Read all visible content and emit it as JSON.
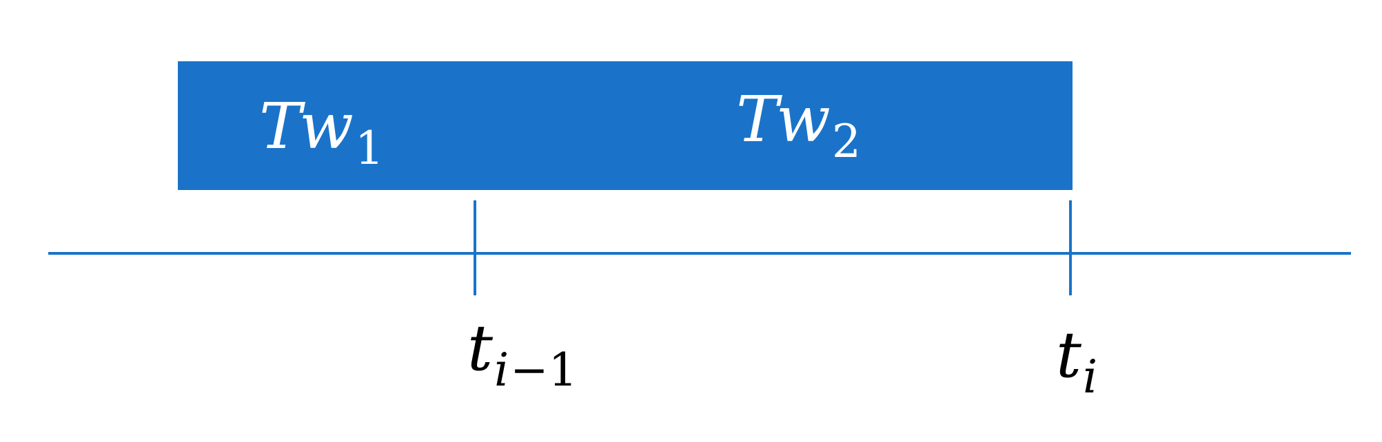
{
  "windows": [
    {
      "base": "Tw",
      "subscript": "1"
    },
    {
      "base": "Tw",
      "subscript": "2"
    }
  ],
  "ticks": [
    {
      "base": "t",
      "subscript_var": "i",
      "subscript_rest": "−1"
    },
    {
      "base": "t",
      "subscript_var": "i",
      "subscript_rest": ""
    }
  ],
  "colors": {
    "accent": "#1a73c9",
    "window_text": "#ffffff",
    "tick_text": "#000000"
  }
}
